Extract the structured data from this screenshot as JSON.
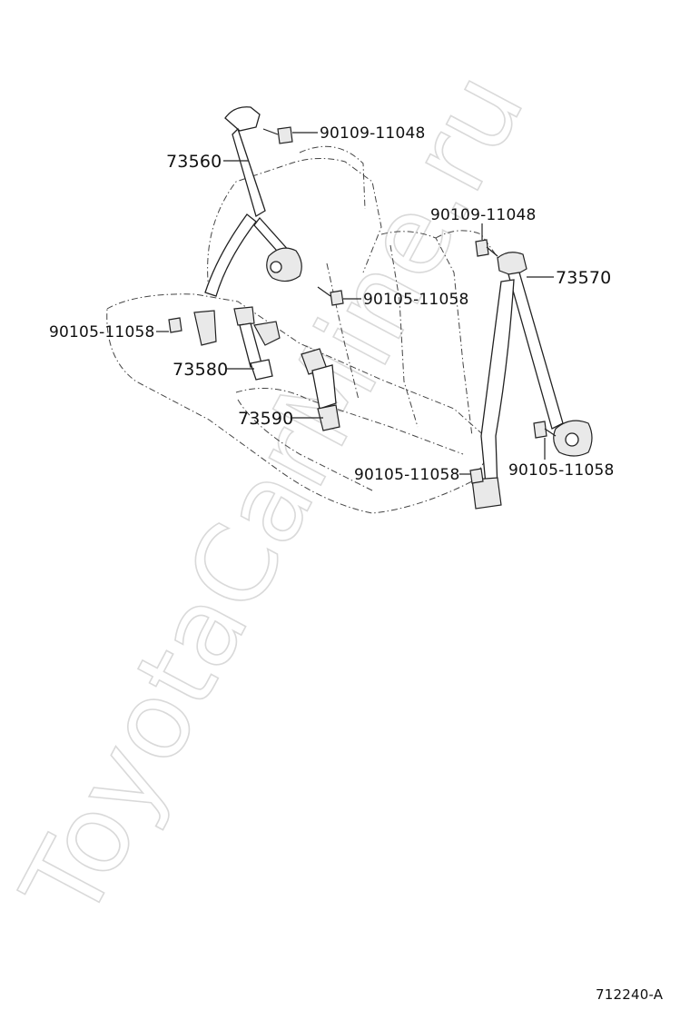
{
  "watermark": "ToyotaCarMine.ru",
  "figure_code": "712240-A",
  "callouts": [
    {
      "id": "bolt-top-left",
      "text": "90109-11048"
    },
    {
      "id": "belt-left",
      "text": "73560"
    },
    {
      "id": "bolt-top-right",
      "text": "90109-11048"
    },
    {
      "id": "belt-right",
      "text": "73570"
    },
    {
      "id": "bolt-retractor-left",
      "text": "90105-11058"
    },
    {
      "id": "bolt-anchor-left",
      "text": "90105-11058"
    },
    {
      "id": "buckle-left",
      "text": "73580"
    },
    {
      "id": "buckle-center",
      "text": "73590"
    },
    {
      "id": "bolt-anchor-right",
      "text": "90105-11058"
    },
    {
      "id": "bolt-retractor-right",
      "text": "90105-11058"
    }
  ]
}
